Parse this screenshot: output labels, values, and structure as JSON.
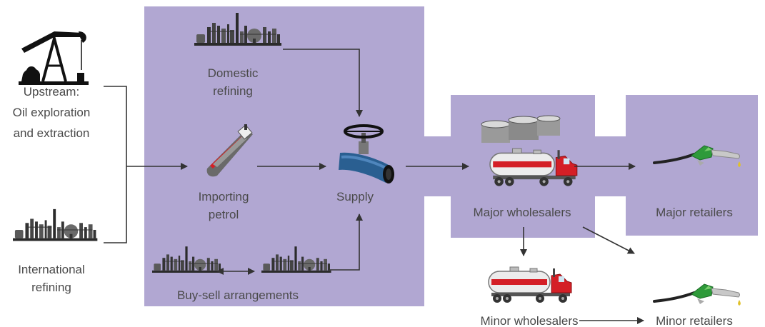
{
  "nodes": {
    "upstream": [
      "Upstream:",
      "Oil exploration",
      "and extraction"
    ],
    "international_refining": [
      "International",
      "refining"
    ],
    "domestic_refining": [
      "Domestic",
      "refining"
    ],
    "importing_petrol": [
      "Importing",
      "petrol"
    ],
    "supply": "Supply",
    "buy_sell": "Buy-sell arrangements",
    "major_wholesalers": "Major wholesalers",
    "major_retailers": "Major retailers",
    "minor_wholesalers": "Minor wholesalers",
    "minor_retailers": "Minor retailers"
  },
  "colors": {
    "panel": "#b1a7d2",
    "line": "#333333",
    "text": "#4a4a4a",
    "truck_red": "#d41f26",
    "nozzle_green": "#2e9a3a"
  },
  "icons": {
    "upstream": "oil-pump-jack-icon",
    "international_refining": "refinery-icon",
    "domestic_refining": "refinery-icon",
    "importing_petrol": "tanker-ship-icon",
    "supply": "pipeline-valve-icon",
    "buy_sell": "refinery-icon",
    "major_wholesalers": "storage-tanks-and-tanker-truck-icon",
    "major_retailers": "fuel-nozzle-icon",
    "minor_wholesalers": "tanker-truck-icon",
    "minor_retailers": "fuel-nozzle-icon"
  }
}
